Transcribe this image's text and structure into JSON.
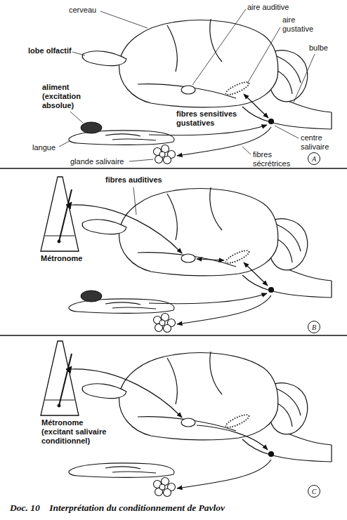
{
  "diagram": {
    "caption": "Doc. 10    Interprétation du conditionnement de Pavlov",
    "nodes": [
      {
        "text": [
          "A"
        ]
      },
      {
        "text": [
          "B"
        ]
      },
      {
        "text": [
          "C"
        ]
      }
    ],
    "labels": [
      "cerveau",
      "aire auditive",
      "aire gustative",
      "lobe olfactif",
      "bulbe",
      "aliment (excitation absolue)",
      "fibres sensitives gustatives",
      "centre salivaire",
      "langue",
      "glande salivaire",
      "fibres sécrétrices",
      "fibres auditives",
      "Métronome",
      "Métronome (excitant salivaire conditionnel)"
    ]
  }
}
